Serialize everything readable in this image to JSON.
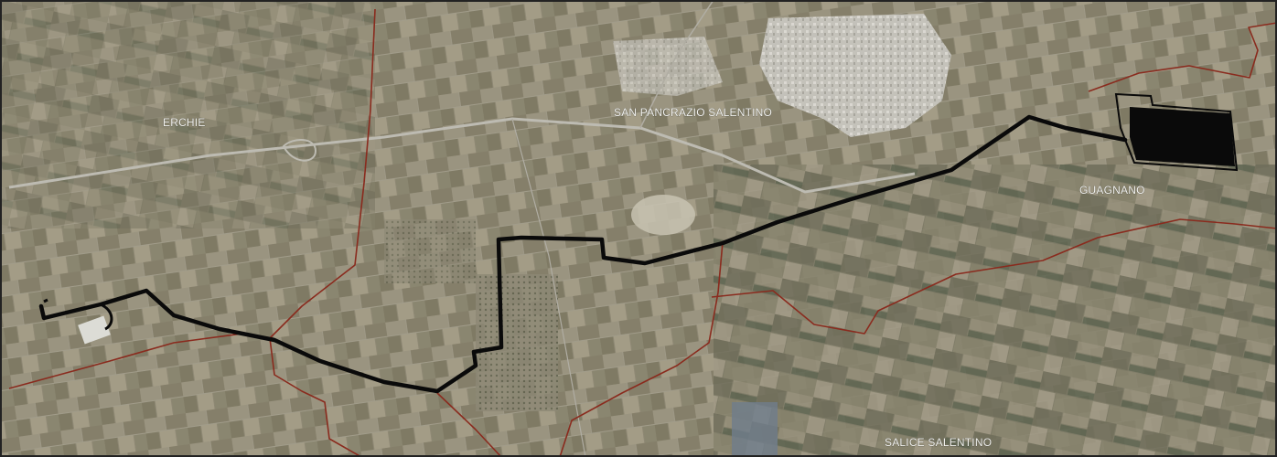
{
  "map": {
    "labels": {
      "erchie": "ERCHIE",
      "san_pancrazio": "SAN PANCRAZIO SALENTINO",
      "guagnano": "GUAGNANO",
      "salice": "SALICE SALENTINO"
    },
    "colors": {
      "terrain_base": "#8c8672",
      "boundary": "#8a2b1e",
      "route": "#0a0a0a",
      "road": "#b8b6ad",
      "urban": "#c9c7c0"
    }
  }
}
